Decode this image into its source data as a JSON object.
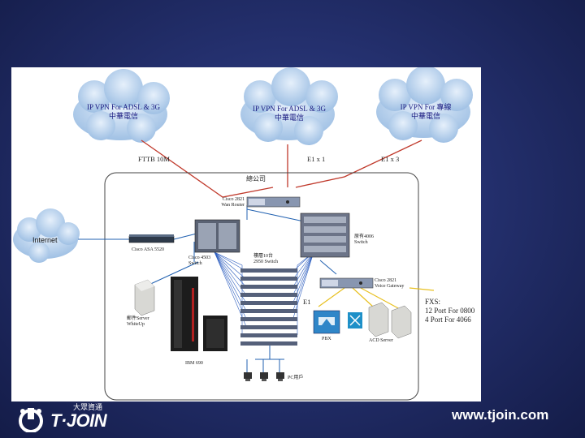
{
  "diagram": {
    "clouds": [
      {
        "line1": "IP VPN For ADSL & 3G",
        "line2": "中華電信"
      },
      {
        "line1": "IP VPN For ADSL & 3G",
        "line2": "中華電信"
      },
      {
        "line1": "IP VPN For 專線",
        "line2": "中華電信"
      }
    ],
    "internet_label": "Internet",
    "links": {
      "fttb": "FTTB 10M",
      "e1x1": "E1 x 1",
      "e1x3": "E1 x 3",
      "e1": "E1"
    },
    "site_title": "總公司",
    "devices": {
      "wan_router": {
        "line1": "Cisco 2821",
        "line2": "Wan Router"
      },
      "asa": {
        "line1": "Cisco ASA 5520"
      },
      "switch_4503": {
        "line1": "Cisco 4503",
        "line2": "Switch"
      },
      "switch_4006": {
        "line1": "原有4006",
        "line2": "Switch"
      },
      "voice_gateway": {
        "line1": "Cisco 2821",
        "line2": "Voice Gateway"
      },
      "floor_switch": {
        "line1": "樓層10台",
        "line2": "2950 Switch"
      },
      "mail_server": {
        "line1": "郵件Server",
        "line2": "WhiteUp"
      },
      "ibm": {
        "line1": "IBM 690"
      },
      "pbx": {
        "line1": "PBX"
      },
      "acd": {
        "line1": "ACD Server"
      },
      "pcs": {
        "line1": "PC用戶"
      }
    },
    "fxs": {
      "title": "FXS:",
      "line1": "12 Port For 0800",
      "line2": "4  Port For 4066"
    }
  },
  "footer": {
    "logo_cn": "大眾資通",
    "logo_en": "T·JOIN",
    "website": "www.tjoin.com"
  },
  "colors": {
    "background": "#24306e",
    "cloud": "#b8d2ec",
    "link_red": "#c0392b",
    "link_blue": "#2060b0",
    "link_yellow": "#e8c020"
  }
}
